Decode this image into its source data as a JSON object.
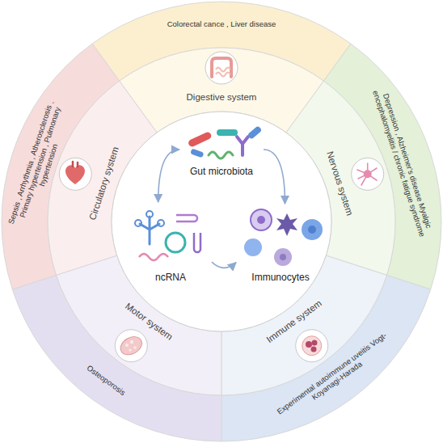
{
  "diagram": {
    "nodes": [
      {
        "text": [
          "Sepsis , Arrhythmia , Atherosclerosis 、 Primary hypertension , Pulmonary hypertension"
        ]
      },
      {
        "text": [
          "Circulatory system"
        ]
      },
      {
        "text": [
          "Colorectal cance , Liver disease"
        ]
      },
      {
        "text": [
          "Digestive system"
        ]
      },
      {
        "text": [
          "Depression , Alzheimer's disease Myalgic encephalomyelitis / chronic fatigue syndrome"
        ]
      },
      {
        "text": [
          "Nervous system"
        ]
      },
      {
        "text": [
          "Experimental autoimmune uveitis Vogt-Koyanagi-Harada"
        ]
      },
      {
        "text": [
          "Immune system"
        ]
      },
      {
        "text": [
          "Osteoporosis"
        ]
      },
      {
        "text": [
          "Motor system"
        ]
      },
      {
        "text": [
          "Gut microbiota"
        ]
      },
      {
        "text": [
          "ncRNA"
        ]
      },
      {
        "text": [
          "Immunocytes"
        ]
      }
    ],
    "edges": [
      {
        "from": 10,
        "to": 11,
        "arrow": "both"
      },
      {
        "from": 10,
        "to": 12,
        "arrow": "to"
      },
      {
        "from": 11,
        "to": 12,
        "arrow": "to"
      }
    ]
  }
}
